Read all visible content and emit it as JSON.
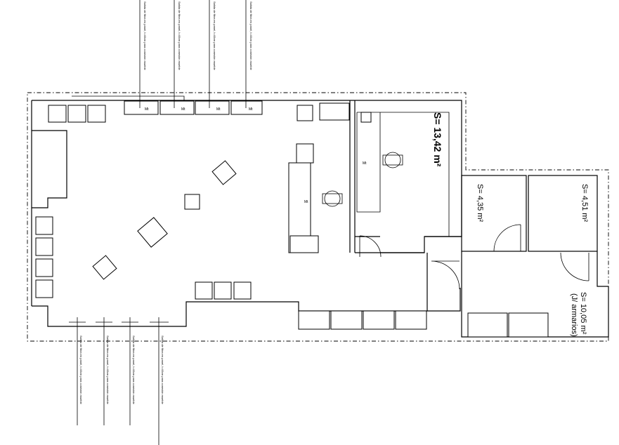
{
  "rooms": {
    "office": {
      "area": "S= 13,42 m²"
    },
    "room_a": {
      "area": "S= 4,35 m²"
    },
    "room_b": {
      "area": "S= 4,51 m²"
    },
    "lockers": {
      "area": "S= 10,05 m²",
      "note": "(J/ armarios)"
    }
  },
  "cable_note": "Salida de fibra en panel, l=40cm para conexión mueble",
  "equipment_tag": "Mt"
}
